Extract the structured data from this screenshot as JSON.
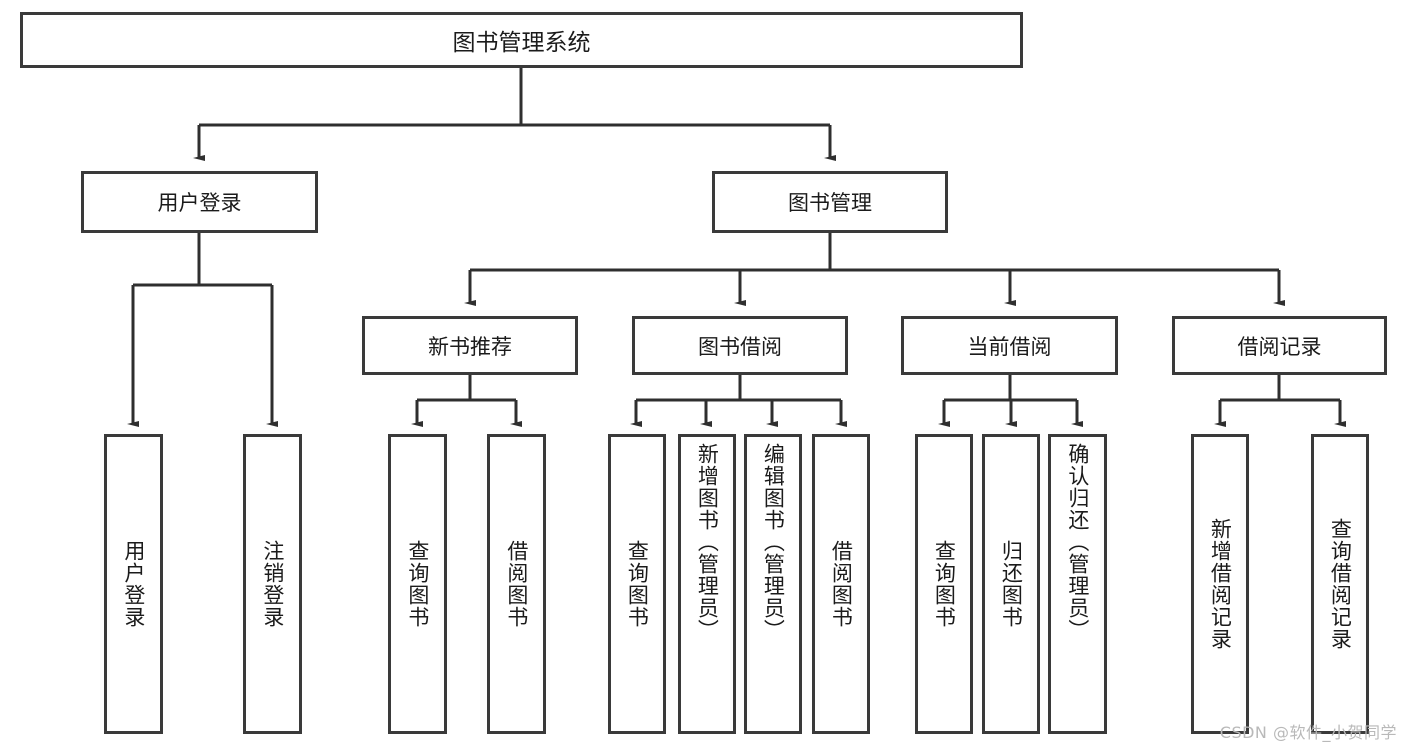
{
  "diagram": {
    "type": "tree-hierarchy-diagram",
    "title_label": "图书管理系统",
    "colors": {
      "box_border": "#3a3a3a",
      "box_fill": "#ffffff",
      "connector": "#2f2f2f",
      "text": "#1b1b1b",
      "watermark": "#b9b9b9"
    },
    "root": {
      "label": "图书管理系统"
    },
    "level1": [
      {
        "label": "用户登录"
      },
      {
        "label": "图书管理"
      }
    ],
    "level2": [
      {
        "label": "新书推荐"
      },
      {
        "label": "图书借阅"
      },
      {
        "label": "当前借阅"
      },
      {
        "label": "借阅记录"
      }
    ],
    "leaves": {
      "user_login": [
        {
          "label": "用户登录"
        },
        {
          "label": "注销登录"
        }
      ],
      "new_book_recommend": [
        {
          "label": "查询图书"
        },
        {
          "label": "借阅图书"
        }
      ],
      "book_borrow": [
        {
          "label": "查询图书"
        },
        {
          "label": "新增图书（管理员）"
        },
        {
          "label": "编辑图书（管理员）"
        },
        {
          "label": "借阅图书"
        }
      ],
      "current_borrow": [
        {
          "label": "查询图书"
        },
        {
          "label": "归还图书"
        },
        {
          "label": "确认归还（管理员）"
        }
      ],
      "borrow_record": [
        {
          "label": "新增借阅记录"
        },
        {
          "label": "查询借阅记录"
        }
      ]
    },
    "watermark": "CSDN @软件_小贺同学"
  }
}
